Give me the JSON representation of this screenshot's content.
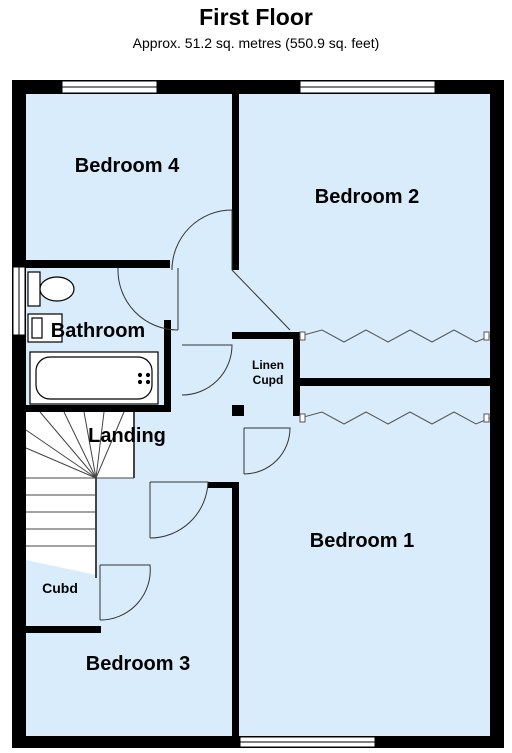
{
  "header": {
    "title": "First Floor",
    "subtitle": "Approx. 51.2 sq. metres (550.9 sq. feet)"
  },
  "rooms": {
    "bedroom4": "Bedroom 4",
    "bedroom2": "Bedroom 2",
    "bathroom": "Bathroom",
    "linen_line1": "Linen",
    "linen_line2": "Cupd",
    "landing": "Landing",
    "bedroom1": "Bedroom 1",
    "cubd": "Cubd",
    "bedroom3": "Bedroom 3"
  },
  "colors": {
    "room_fill": "#d9ecfb",
    "wall": "#000000"
  }
}
